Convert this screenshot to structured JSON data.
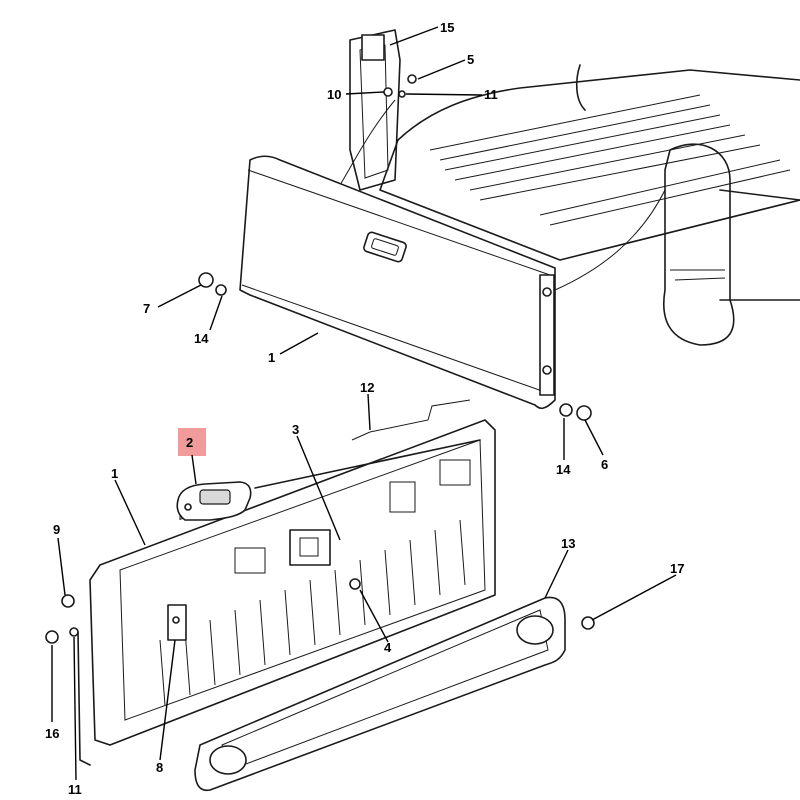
{
  "diagram": {
    "highlight_color": "#f08a8a",
    "callouts": [
      {
        "id": "c15",
        "label": "15"
      },
      {
        "id": "c5",
        "label": "5"
      },
      {
        "id": "c10",
        "label": "10"
      },
      {
        "id": "c11a",
        "label": "11"
      },
      {
        "id": "c7",
        "label": "7"
      },
      {
        "id": "c14a",
        "label": "14"
      },
      {
        "id": "c1a",
        "label": "1"
      },
      {
        "id": "c12",
        "label": "12"
      },
      {
        "id": "c2",
        "label": "2"
      },
      {
        "id": "c3",
        "label": "3"
      },
      {
        "id": "c1b",
        "label": "1"
      },
      {
        "id": "c14b",
        "label": "14"
      },
      {
        "id": "c6",
        "label": "6"
      },
      {
        "id": "c9",
        "label": "9"
      },
      {
        "id": "c13",
        "label": "13"
      },
      {
        "id": "c17",
        "label": "17"
      },
      {
        "id": "c4",
        "label": "4"
      },
      {
        "id": "c16",
        "label": "16"
      },
      {
        "id": "c8",
        "label": "8"
      },
      {
        "id": "c11b",
        "label": "11"
      }
    ]
  }
}
